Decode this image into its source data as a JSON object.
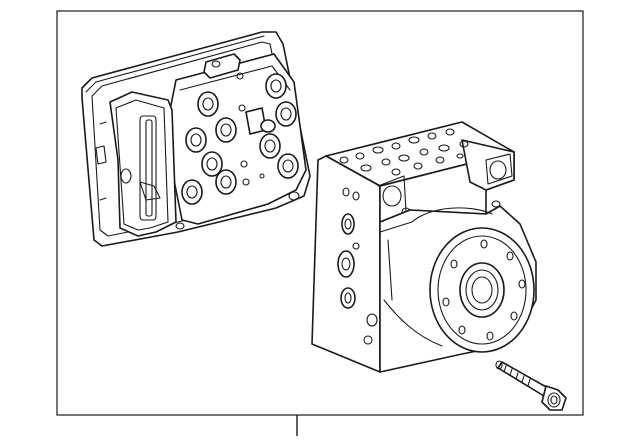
{
  "figure": {
    "subject": "abs-modulator-assembly-exploded-view",
    "components": [
      "control-module",
      "hydraulic-modulator",
      "mounting-bolt"
    ],
    "colors": {
      "line": "#1a1a1a",
      "background": "#ffffff"
    }
  }
}
